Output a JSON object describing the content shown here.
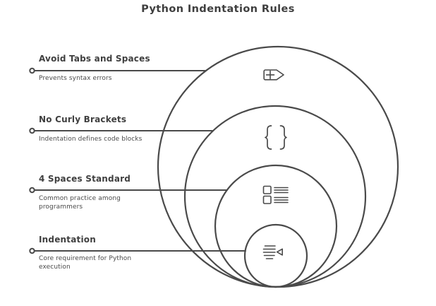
{
  "title": "Python Indentation Rules",
  "colors": {
    "ink": "#3f3f3f",
    "stroke": "#4a4a4a",
    "background": "#ffffff"
  },
  "rings": [
    {
      "heading": "Avoid Tabs and Spaces",
      "description": "Prevents syntax errors",
      "icon": "tag-plus-icon"
    },
    {
      "heading": "No Curly Brackets",
      "description": "Indentation defines code blocks",
      "icon": "curly-brackets-icon"
    },
    {
      "heading": "4 Spaces Standard",
      "description": "Common practice among\nprogrammers",
      "icon": "list-items-icon"
    },
    {
      "heading": "Indentation",
      "description": "Core requirement for Python\nexecution",
      "icon": "indent-left-icon"
    }
  ]
}
